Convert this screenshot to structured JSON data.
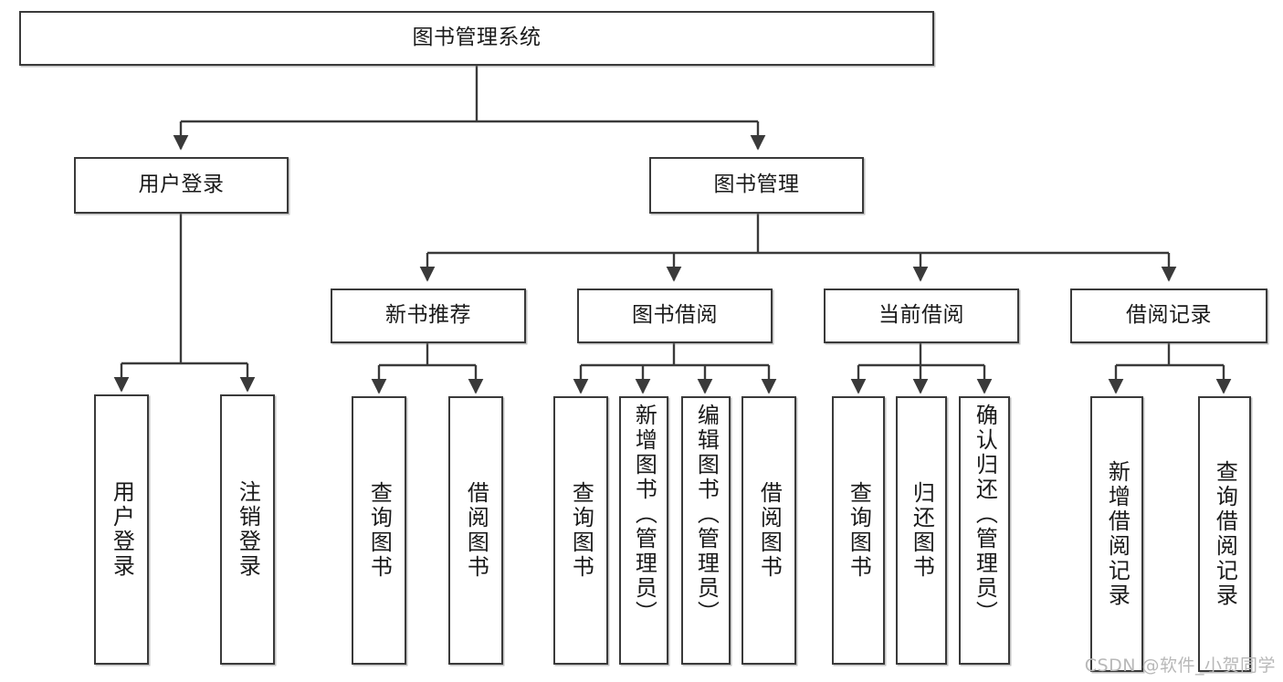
{
  "diagram": {
    "title": "图书管理系统",
    "type": "hierarchy-tree",
    "root": {
      "label": "图书管理系统"
    },
    "level1": [
      {
        "label": "用户登录"
      },
      {
        "label": "图书管理"
      }
    ],
    "level2": [
      {
        "label": "新书推荐"
      },
      {
        "label": "图书借阅"
      },
      {
        "label": "当前借阅"
      },
      {
        "label": "借阅记录"
      }
    ],
    "leaves": {
      "user_login": [
        {
          "label": "用户登录"
        },
        {
          "label": "注销登录"
        }
      ],
      "new_book_recommend": [
        {
          "label": "查询图书"
        },
        {
          "label": "借阅图书"
        }
      ],
      "book_borrow": [
        {
          "label": "查询图书"
        },
        {
          "label": "新增图书（管理员）"
        },
        {
          "label": "编辑图书（管理员）"
        },
        {
          "label": "借阅图书"
        }
      ],
      "current_borrow": [
        {
          "label": "查询图书"
        },
        {
          "label": "归还图书"
        },
        {
          "label": "确认归还（管理员）"
        }
      ],
      "borrow_records": [
        {
          "label": "新增借阅记录"
        },
        {
          "label": "查询借阅记录"
        }
      ]
    }
  },
  "watermark": {
    "text": "CSDN @软件_小贺同学"
  },
  "colors": {
    "border": "#3a3a3a",
    "background": "#ffffff",
    "text": "#1a1a1a",
    "watermark": "#b8b8b8"
  }
}
